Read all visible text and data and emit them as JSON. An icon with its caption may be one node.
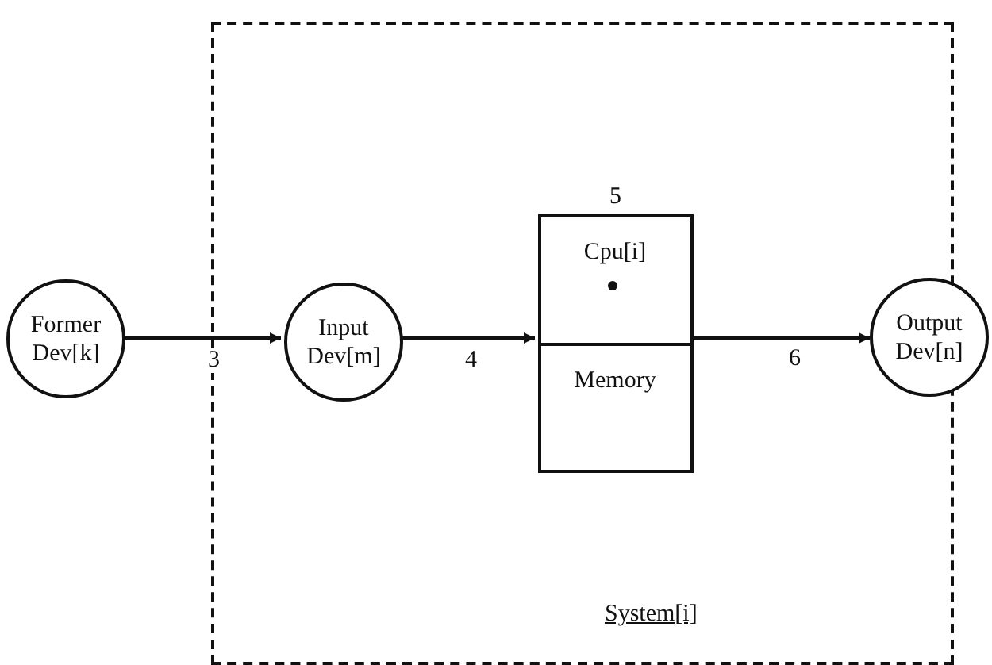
{
  "diagram": {
    "nodes": [
      {
        "text": [
          "System[i]"
        ]
      },
      {
        "text": [
          "Former Dev[k]"
        ]
      },
      {
        "text": [
          "Input Dev[m]"
        ],
        "in": 0
      },
      {
        "text": [
          "Cpu[i]",
          "Memory"
        ],
        "in": 0,
        "beside": [
          "5"
        ]
      },
      {
        "text": [
          "Output Dev[n]"
        ]
      }
    ],
    "edges": [
      {
        "from": 1,
        "to": 2,
        "arrow": "to",
        "label": "3"
      },
      {
        "from": 2,
        "to": 3,
        "arrow": "to",
        "label": "4"
      },
      {
        "from": 3,
        "to": 4,
        "arrow": "to",
        "label": "6"
      }
    ]
  }
}
